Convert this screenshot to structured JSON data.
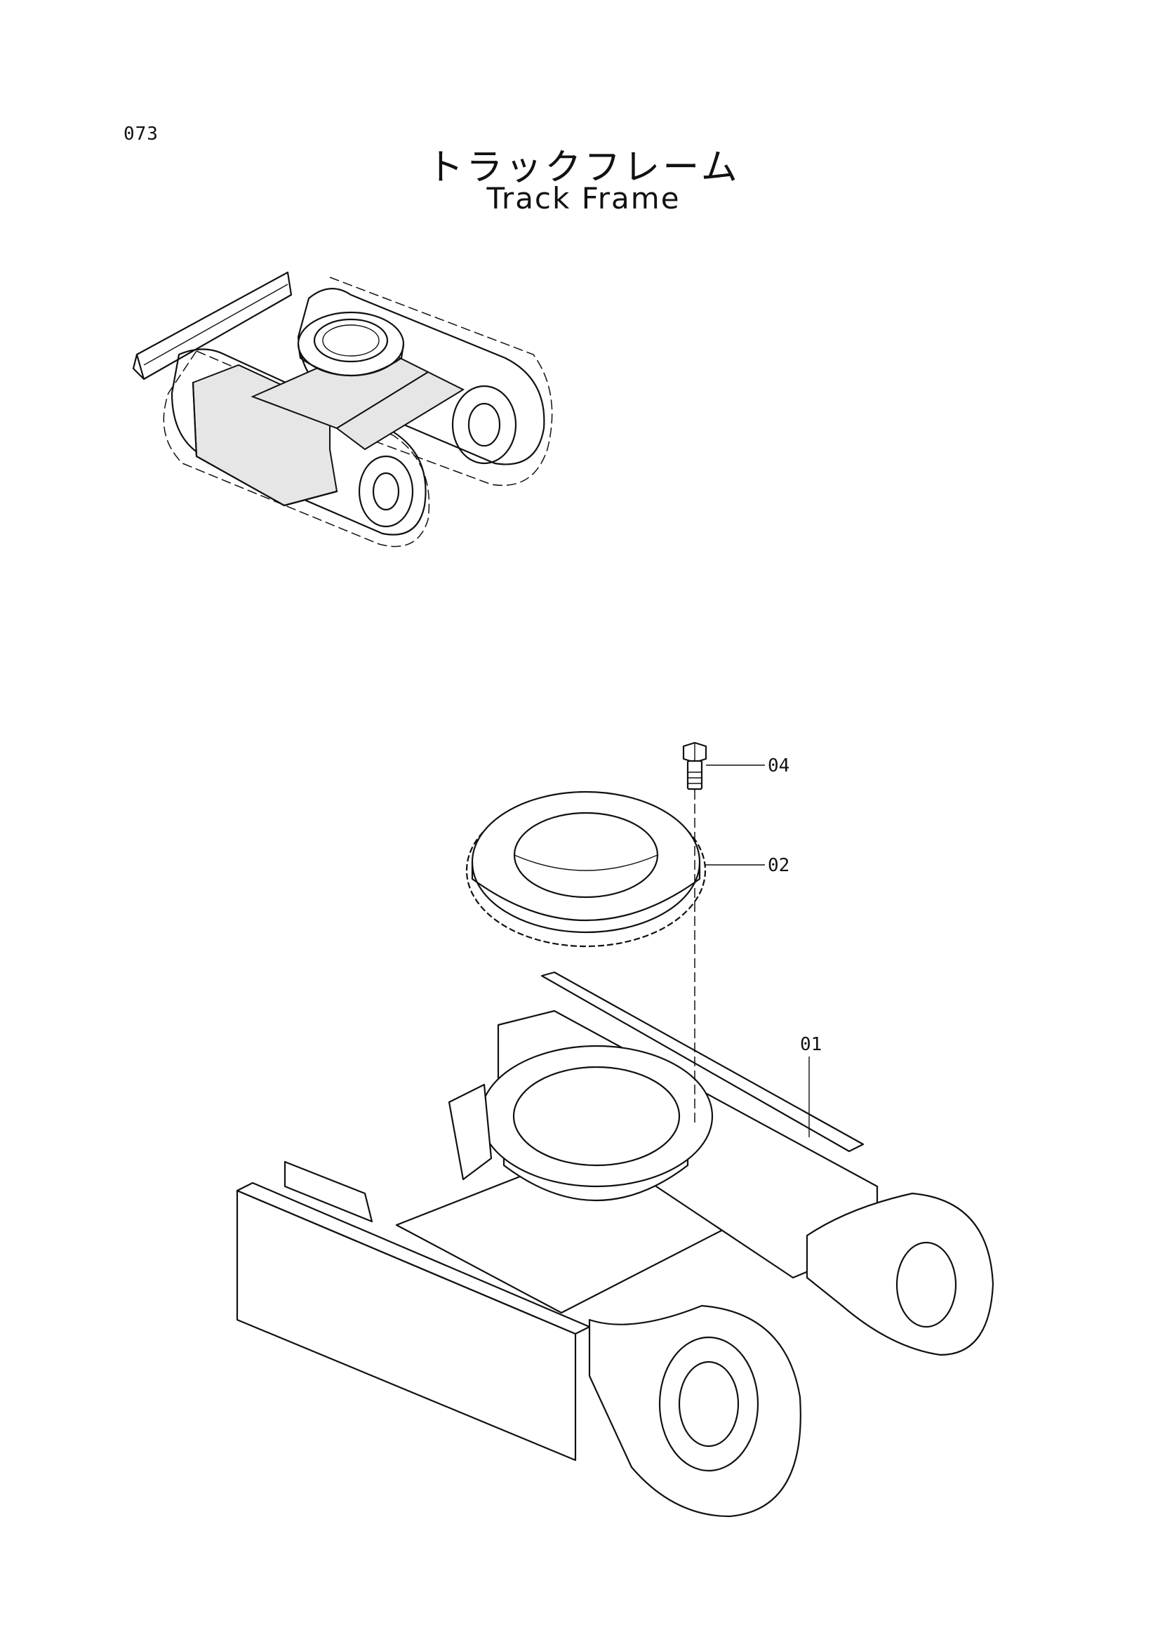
{
  "page": {
    "number": "073",
    "title_jp": "トラックフレーム",
    "title_en": "Track Frame"
  },
  "callouts": [
    {
      "id": "04"
    },
    {
      "id": "02"
    },
    {
      "id": "01"
    }
  ],
  "colors": {
    "ink": "#111111",
    "paper": "#ffffff"
  }
}
